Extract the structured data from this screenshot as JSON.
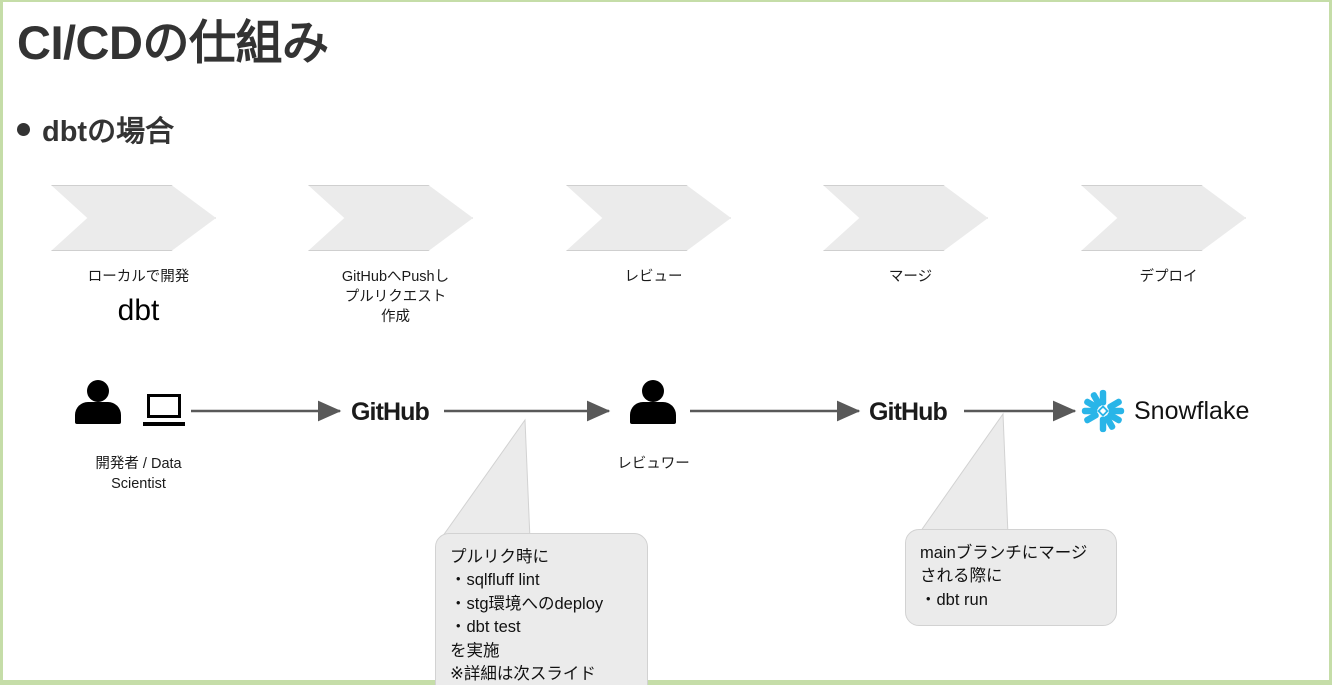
{
  "slide": {
    "title": "CI/CDの仕組み",
    "bullet": "dbtの場合",
    "border_color": "#c5dda8"
  },
  "chevrons": [
    {
      "label": "ローカルで開発",
      "sub": "dbt"
    },
    {
      "label": "GitHubへPushし\nプルリクエスト\n作成",
      "sub": ""
    },
    {
      "label": "レビュー",
      "sub": ""
    },
    {
      "label": "マージ",
      "sub": ""
    },
    {
      "label": "デプロイ",
      "sub": ""
    }
  ],
  "flow": {
    "developer_caption": "開発者 / Data\nScientist",
    "reviewer_caption": "レビュワー",
    "github_label_1": "GitHub",
    "github_label_2": "GitHub",
    "snowflake_label": "Snowflake",
    "snowflake_color": "#29b5e8",
    "arrow_color": "#595959"
  },
  "callouts": [
    {
      "text": "プルリク時に\n・sqlfluff lint\n・stg環境へのdeploy\n・dbt test\nを実施\n※詳細は次スライド"
    },
    {
      "text": "mainブランチにマージ\nされる際に\n・dbt run"
    }
  ]
}
